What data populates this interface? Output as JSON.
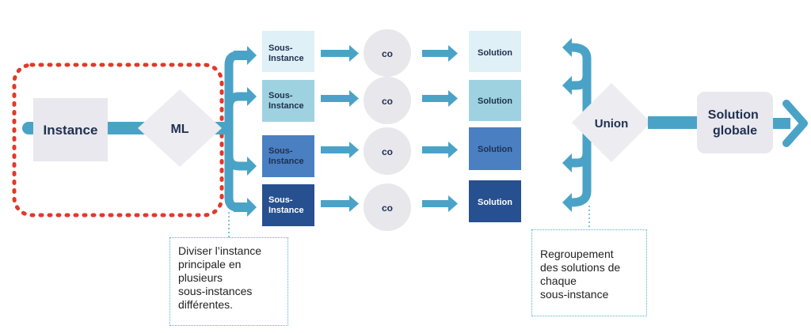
{
  "colors": {
    "arrow": "#4aa3c7",
    "dotted_border": "#e0392b",
    "instance_box": "#e8e8ee",
    "diamond": "#ececf1",
    "co_circle": "#e7e7ec",
    "shade_1": "#dff0f6",
    "shade_2": "#9fd2e0",
    "shade_3": "#4a7fc1",
    "shade_4": "#26508f"
  },
  "instance": {
    "label": "Instance"
  },
  "ml": {
    "label": "ML"
  },
  "rows": [
    {
      "sub_label_line1": "Sous-",
      "sub_label_line2": "Instance",
      "co_label": "co",
      "solution_label": "Solution",
      "shade": "#dff0f6",
      "text_color": "#1f3050"
    },
    {
      "sub_label_line1": "Sous-",
      "sub_label_line2": "Instance",
      "co_label": "co",
      "solution_label": "Solution",
      "shade": "#9fd2e0",
      "text_color": "#1f3050"
    },
    {
      "sub_label_line1": "Sous-",
      "sub_label_line2": "Instance",
      "co_label": "co",
      "solution_label": "Solution",
      "shade": "#4a7fc1",
      "text_color": "#1f3050"
    },
    {
      "sub_label_line1": "Sous-",
      "sub_label_line2": "Instance",
      "co_label": "co",
      "solution_label": "Solution",
      "shade": "#26508f",
      "text_color": "#ffffff"
    }
  ],
  "union": {
    "label": "Union"
  },
  "global_solution": {
    "line1": "Solution",
    "line2": "globale"
  },
  "note_split": {
    "lines": [
      "Diviser l’instance",
      "principale en",
      "plusieurs",
      "sous-instances",
      "différentes."
    ]
  },
  "note_merge": {
    "lines": [
      "Regroupement",
      "des solutions de",
      "chaque",
      "sous-instance"
    ]
  }
}
